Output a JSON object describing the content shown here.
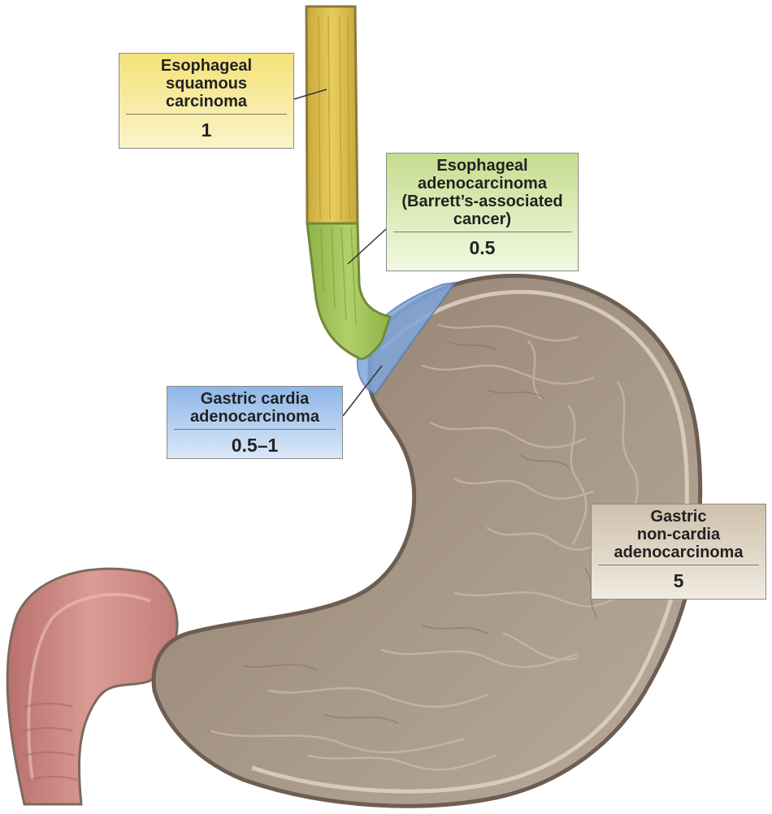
{
  "labels": {
    "esophageal_squamous": {
      "name": "Esophageal\nsquamous\ncarcinoma",
      "value": "1",
      "color": "#f4e27a"
    },
    "esophageal_adeno": {
      "name": "Esophageal\nadenocarcinoma\n(Barrett’s-associated\ncancer)",
      "value": "0.5",
      "color": "#c6dd8e"
    },
    "gastric_cardia": {
      "name": "Gastric cardia\nadenocarcinoma",
      "value": "0.5–1",
      "color": "#8eb6e8"
    },
    "gastric_noncardia": {
      "name": "Gastric\nnon-cardia\nadenocarcinoma",
      "value": "5",
      "color": "#cfc0ab"
    }
  },
  "regions": {
    "esophagus_upper": "#e0c24a",
    "esophagus_lower": "#a7c95c",
    "cardia": "#7ea6dc",
    "stomach": "#a08f7f",
    "duodenum": "#c98b86"
  }
}
